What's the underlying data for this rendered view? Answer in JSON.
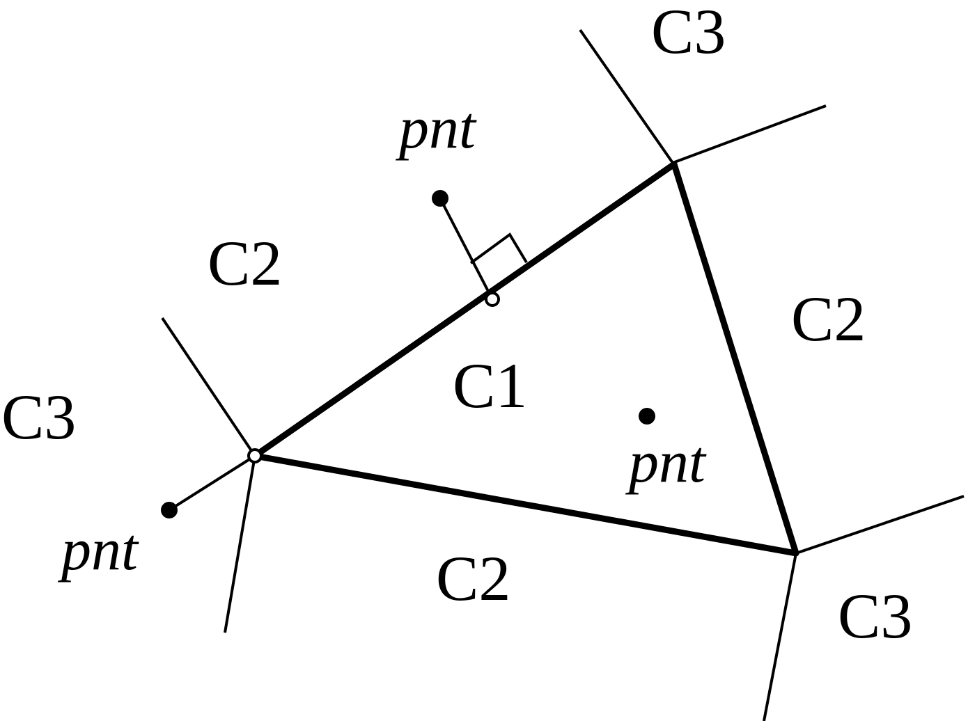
{
  "labels": {
    "c1": "C1",
    "c2": "C2",
    "c3": "C3",
    "pnt": "pnt"
  },
  "colors": {
    "stroke": "#000000",
    "background": "#ffffff"
  }
}
